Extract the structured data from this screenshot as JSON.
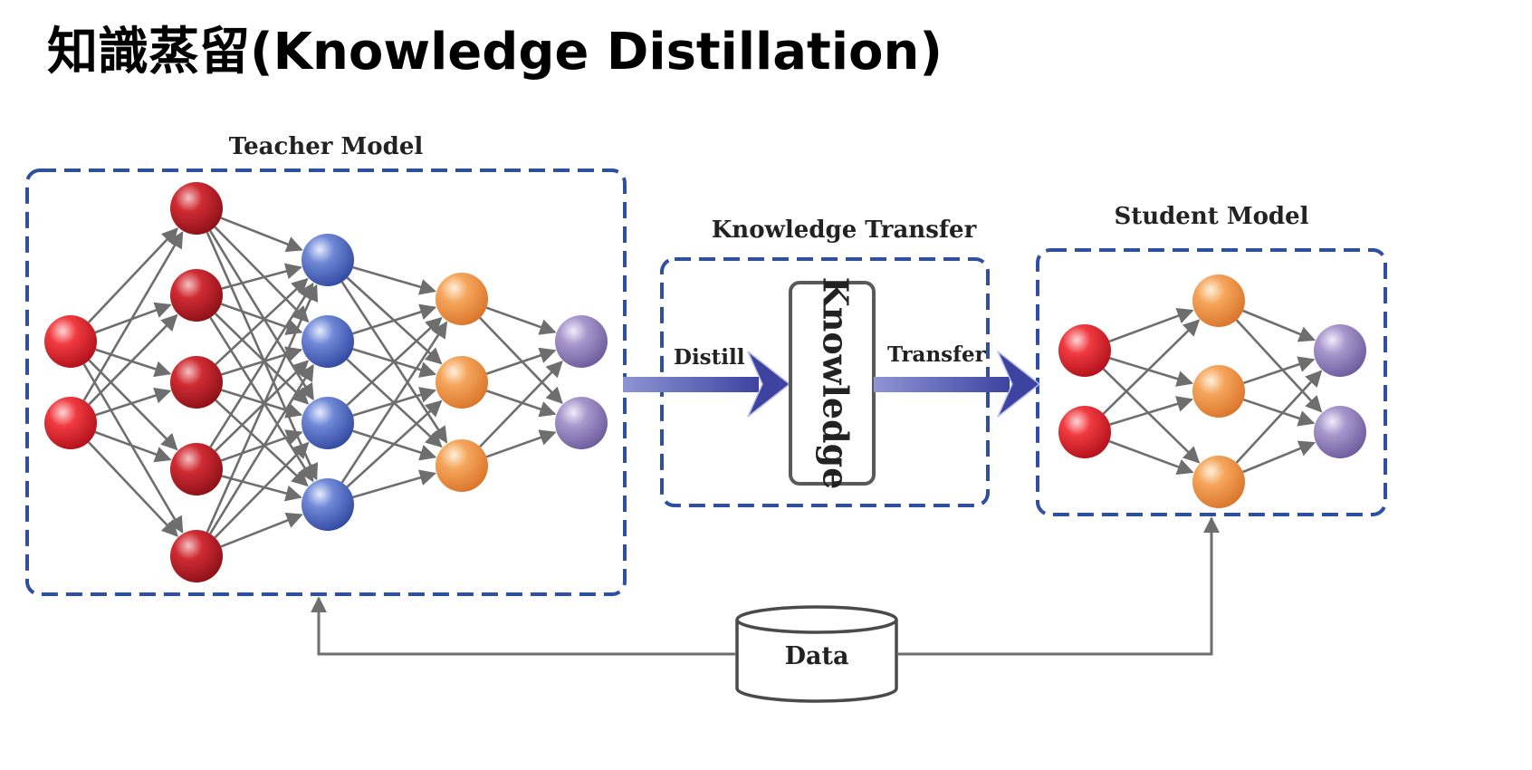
{
  "title": "知識蒸留(Knowledge Distillation)",
  "teacher": {
    "label": "Teacher Model",
    "layers": [
      {
        "count": 2,
        "color": "red"
      },
      {
        "count": 5,
        "color": "darkred"
      },
      {
        "count": 4,
        "color": "blue"
      },
      {
        "count": 3,
        "color": "orange"
      },
      {
        "count": 2,
        "color": "purple"
      }
    ]
  },
  "transfer": {
    "label": "Knowledge Transfer",
    "box_text": "Knowledge",
    "distill_label": "Distill",
    "transfer_label": "Transfer"
  },
  "student": {
    "label": "Student Model",
    "layers": [
      {
        "count": 2,
        "color": "red"
      },
      {
        "count": 3,
        "color": "orange"
      },
      {
        "count": 2,
        "color": "purple"
      }
    ]
  },
  "data_label": "Data",
  "colors": {
    "dash_border": "#2f4f9f",
    "edge": "#6e6e6e",
    "arrow": "#4b52a8",
    "red": "#e01822",
    "darkred": "#c41a24",
    "blue": "#5169c8",
    "orange": "#f09648",
    "purple": "#9380bf"
  }
}
